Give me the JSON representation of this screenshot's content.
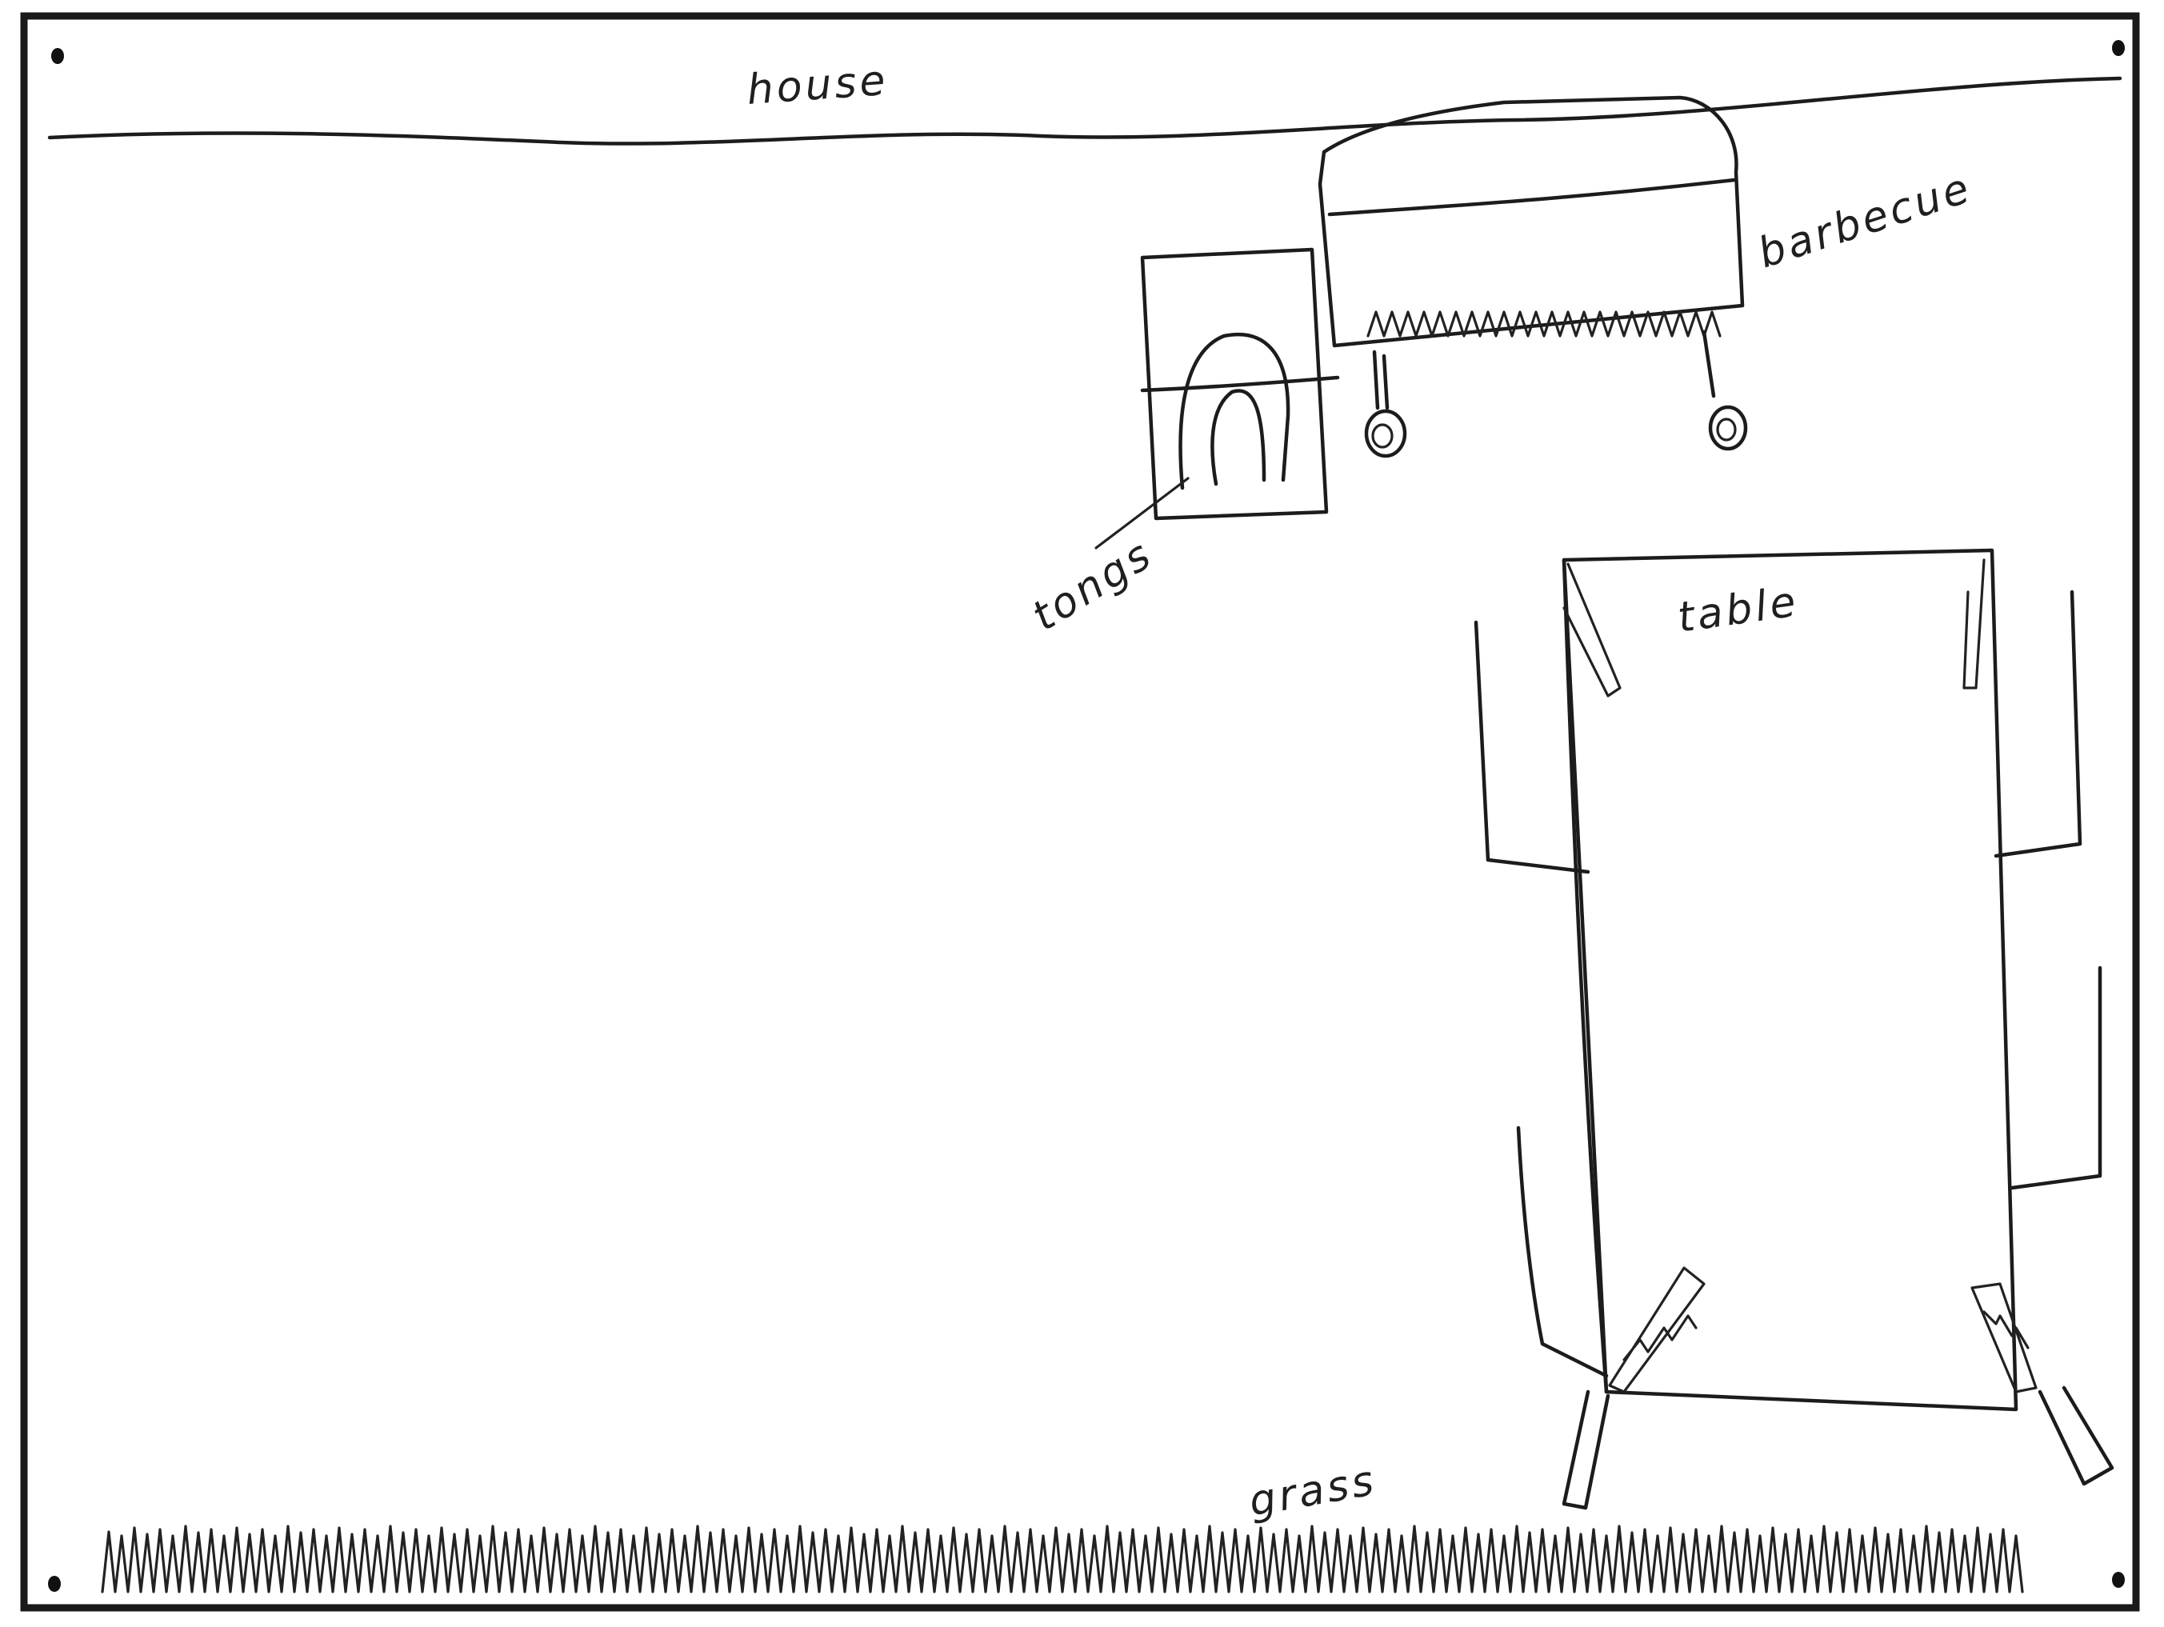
{
  "labels": {
    "house": "house",
    "barbecue": "barbecue",
    "tongs": "tongs",
    "table": "table",
    "grass": "grass"
  },
  "colors": {
    "paper": "#ffffff",
    "ink": "#1c1c1c"
  }
}
